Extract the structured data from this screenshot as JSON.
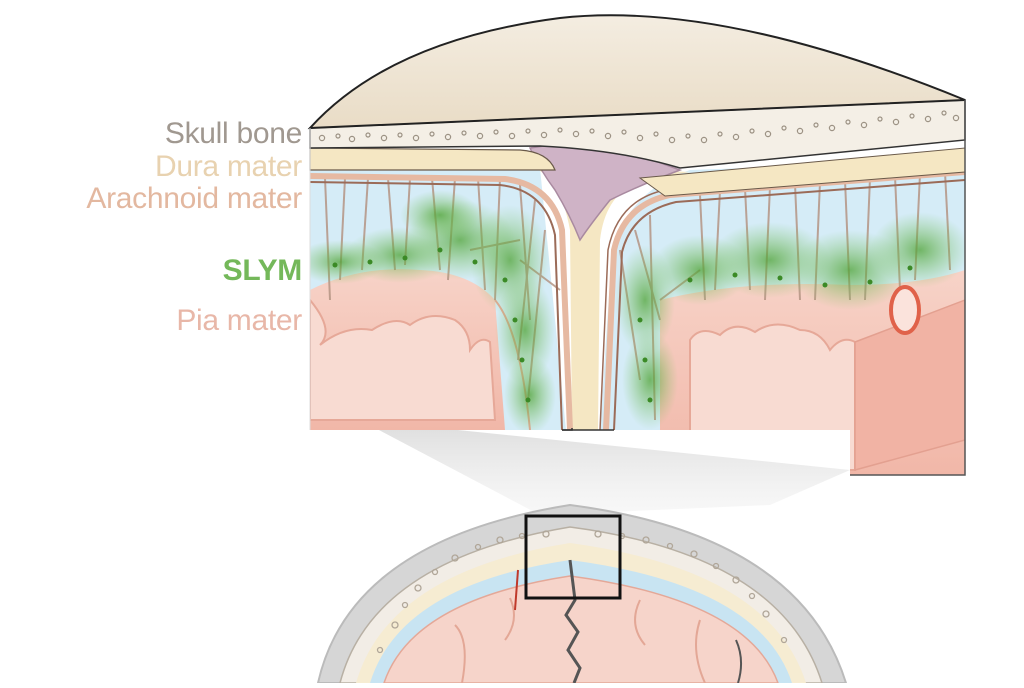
{
  "labels": {
    "skull": "Skull bone",
    "dura": "Dura mater",
    "arachnoid": "Arachnoid mater",
    "slym": "SLYM",
    "pia": "Pia mater"
  },
  "colors": {
    "skull_text": "#a09890",
    "dura_text": "#e8d2b0",
    "arachnoid_text": "#e3b8a0",
    "slym_text": "#74b85a",
    "pia_text": "#e8b7a8",
    "bone_top": "#efe6d6",
    "dura": "#f5e7c3",
    "csf": "#cfe8f4",
    "slym_green": "#5aa83a",
    "brain_pink": "#f4c0b4",
    "sinus_purple": "#cdb0c4"
  }
}
